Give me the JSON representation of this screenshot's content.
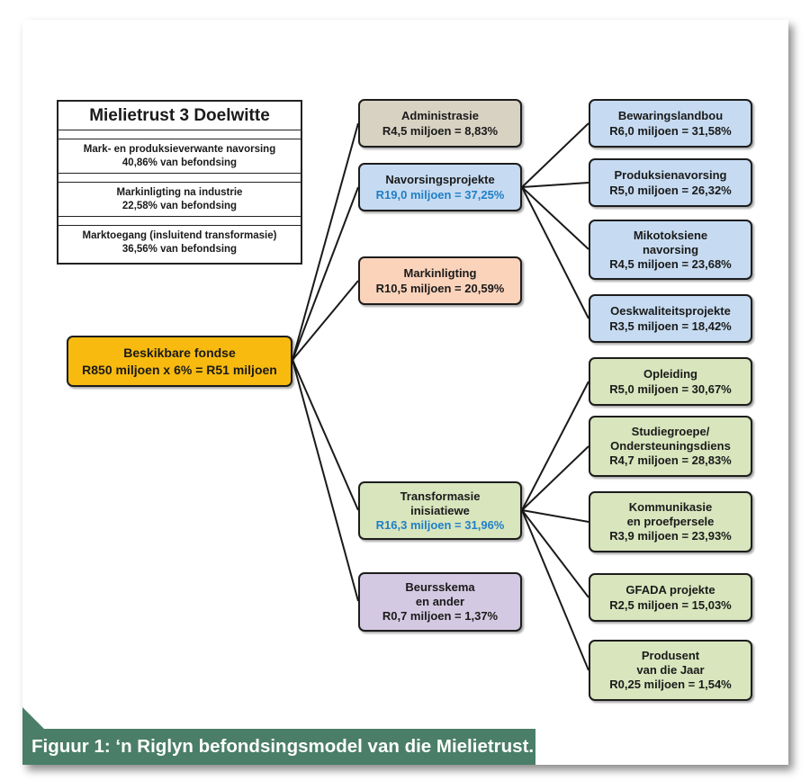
{
  "colors": {
    "root": "#f8ba0f",
    "admin": "#d7d2c2",
    "research": "#c6dbf1",
    "market": "#fbd3bb",
    "transformation": "#d8e5bd",
    "other": "#d4c9e2",
    "highlight_text": "#1f7fc8",
    "caption_bar": "#4a7e68"
  },
  "goals": {
    "title": "Mielietrust 3 Doelwitte",
    "items": [
      {
        "line1": "Mark- en produksieverwante navorsing",
        "line2": "40,86% van befondsing"
      },
      {
        "line1": "Markinligting na industrie",
        "line2": "22,58% van befondsing"
      },
      {
        "line1": "Marktoegang (insluitend transformasie)",
        "line2": "36,56% van befondsing"
      }
    ]
  },
  "root": {
    "line1": "Beskikbare fondse",
    "line2": "R850 miljoen x 6% = R51 miljoen"
  },
  "level1": {
    "admin": {
      "line1": "Administrasie",
      "line2": "R4,5 miljoen = 8,83%"
    },
    "research": {
      "line1": "Navorsingsprojekte",
      "line2": "R19,0 miljoen = 37,25%"
    },
    "market": {
      "line1": "Markinligting",
      "line2": "R10,5 miljoen = 20,59%"
    },
    "transformation": {
      "line1": "Transformasie",
      "line2": "inisiatiewe",
      "line3": "R16,3 miljoen = 31,96%"
    },
    "other": {
      "line1": "Beursskema",
      "line2": "en ander",
      "line3": "R0,7 miljoen = 1,37%"
    }
  },
  "research_items": [
    {
      "lines": [
        "Bewaringslandbou",
        "R6,0 miljoen = 31,58%"
      ]
    },
    {
      "lines": [
        "Produksienavorsing",
        "R5,0 miljoen = 26,32%"
      ]
    },
    {
      "lines": [
        "Mikotoksiene",
        "navorsing",
        "R4,5 miljoen = 23,68%"
      ]
    },
    {
      "lines": [
        "Oeskwaliteitsprojekte",
        "R3,5 miljoen = 18,42%"
      ]
    }
  ],
  "transformation_items": [
    {
      "lines": [
        "Opleiding",
        "R5,0 miljoen = 30,67%"
      ]
    },
    {
      "lines": [
        "Studiegroepe/",
        "Ondersteuningsdiens",
        "R4,7 miljoen = 28,83%"
      ]
    },
    {
      "lines": [
        "Kommunikasie",
        "en proefpersele",
        "R3,9 miljoen = 23,93%"
      ]
    },
    {
      "lines": [
        "GFADA projekte",
        "R2,5 miljoen = 15,03%"
      ]
    },
    {
      "lines": [
        "Produsent",
        "van die Jaar",
        "R0,25 miljoen = 1,54%"
      ]
    }
  ],
  "caption": "Figuur 1: ‘n Riglyn befondsingsmodel van die Mielietrust."
}
